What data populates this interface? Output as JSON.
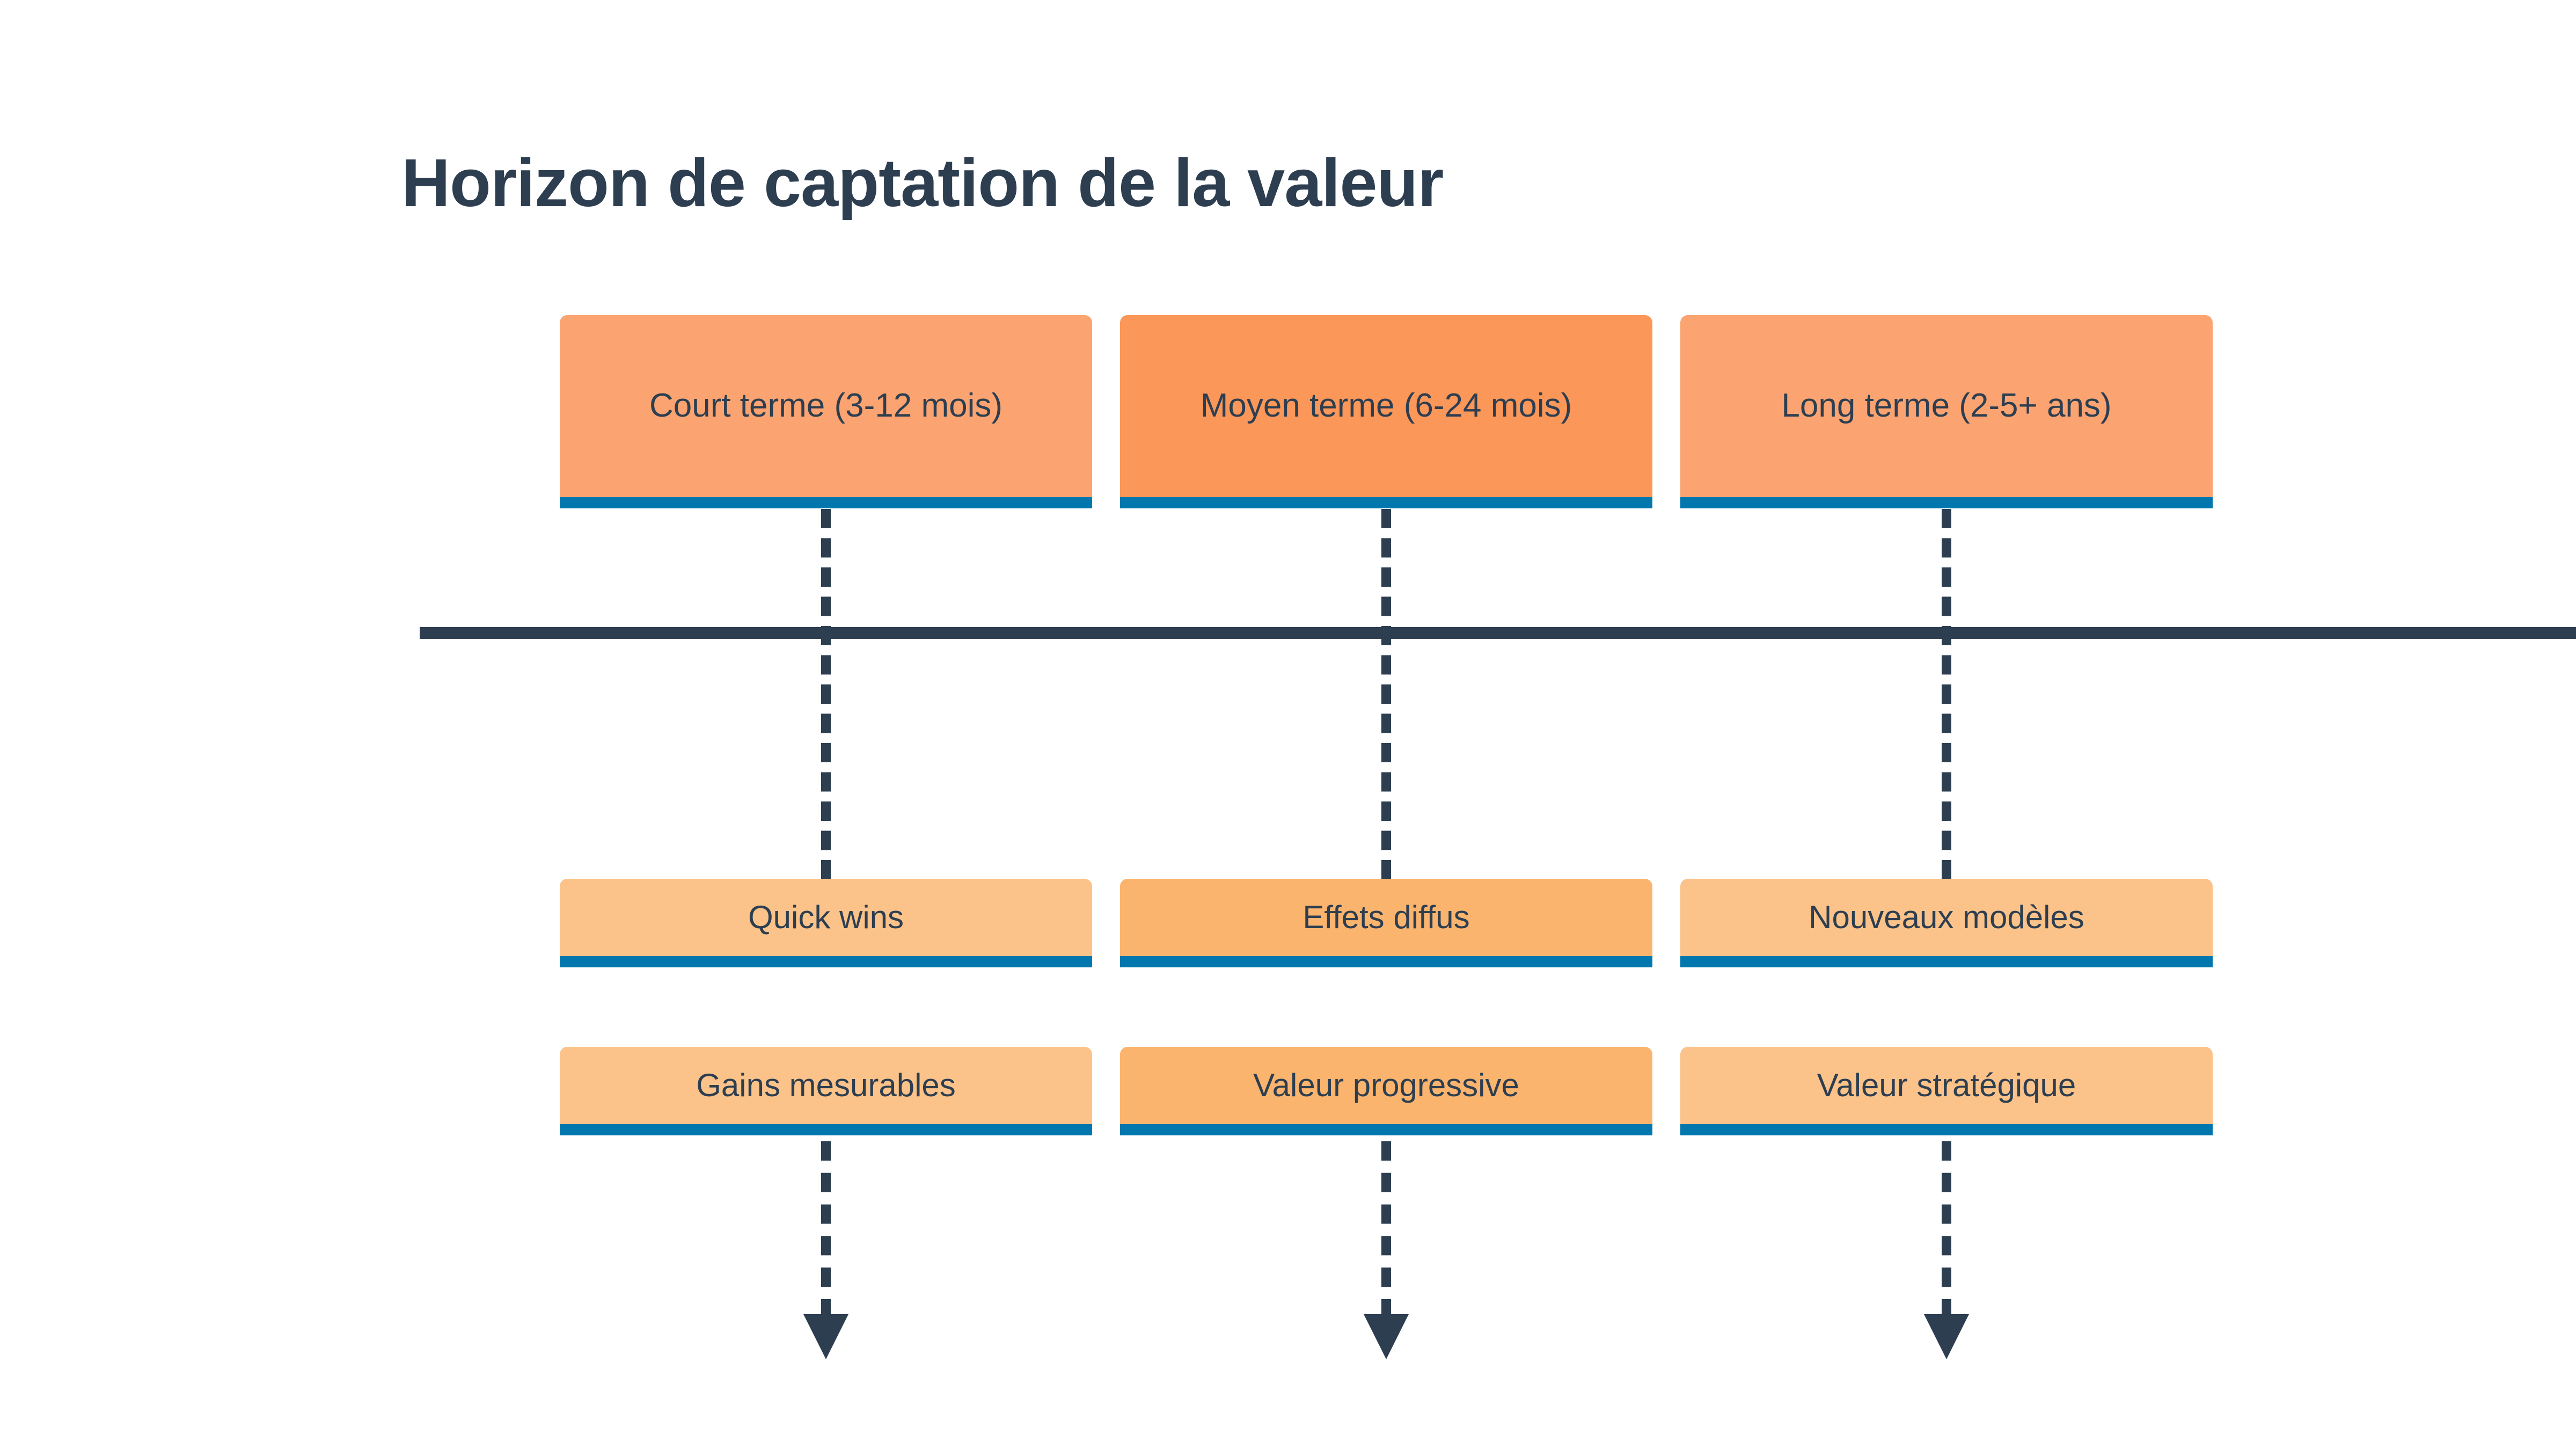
{
  "title": "Horizon de captation de la valeur",
  "colors": {
    "title_text": "#2d3e50",
    "axis": "#2d3e50",
    "box_border": "#0277ae",
    "horizon_fill_1": "#fba471",
    "horizon_fill_2": "#fb9759",
    "horizon_fill_3": "#fba471",
    "outcome_fill_1": "#fbc389",
    "outcome_fill_2": "#fbb46e",
    "outcome_fill_3": "#fbc389",
    "value_fill_1": "#fbc389",
    "value_fill_2": "#fbb46e",
    "value_fill_3": "#fbc389",
    "background": "#ffffff"
  },
  "columns": [
    {
      "horizon": "Court terme (3-12 mois)",
      "outcome": "Quick wins",
      "value": "Gains mesurables"
    },
    {
      "horizon": "Moyen terme (6-24 mois)",
      "outcome": "Effets diffus",
      "value": "Valeur progressive"
    },
    {
      "horizon": "Long terme (2-5+ ans)",
      "outcome": "Nouveaux modèles",
      "value": "Valeur stratégique"
    }
  ]
}
